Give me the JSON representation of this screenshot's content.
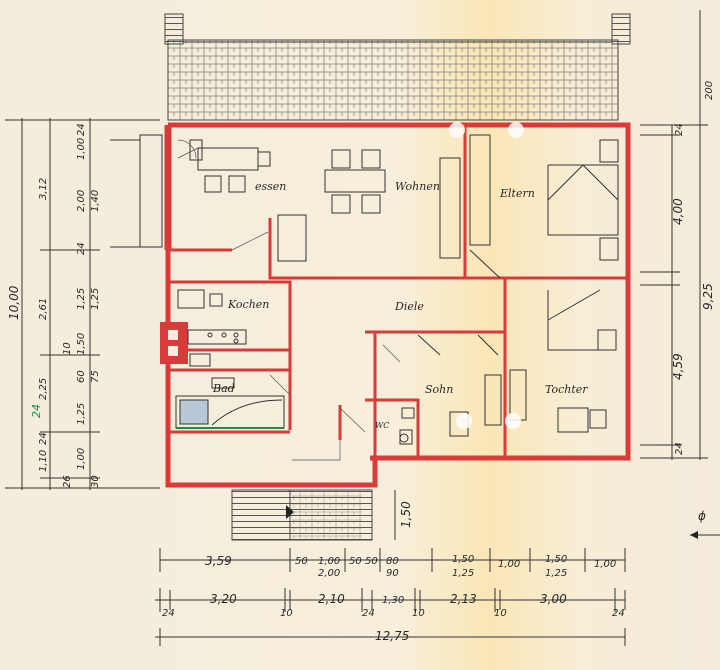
{
  "rooms": {
    "essen": "essen",
    "wohnen": "Wohnen",
    "eltern": "Eltern",
    "kochen": "Kochen",
    "diele": "Diele",
    "bad": "Bad",
    "sohn": "Sohn",
    "tochter": "Tochter",
    "wc": "WC"
  },
  "dims": {
    "top_right_200": "200",
    "right_24_top": "24",
    "right_400": "4,00",
    "right_925": "9,25",
    "right_459": "4,59",
    "right_24_bottom": "24",
    "left_1000": "10,00",
    "left_312": "3,12",
    "left_261": "2,61",
    "left_225": "2,25",
    "left_24": "24",
    "left_110": "1,10",
    "left_26": "26",
    "inner_24_a": "24",
    "inner_100_a": "1,00",
    "inner_200": "2,00",
    "inner_140": "1,40",
    "inner_24_b": "24",
    "inner_125_a": "1,25",
    "inner_125_b": "1,25",
    "inner_150": "1,50",
    "inner_10": "10",
    "inner_60": "60",
    "inner_75": "75",
    "inner_125_c": "1,25",
    "inner_100_b": "1,00",
    "inner_30": "30",
    "green_24": "24",
    "entrance_150": "1,50",
    "row1_359": "3,59",
    "row1_50": "50",
    "row1_100": "1,00",
    "row1_200": "2,00",
    "row1_50b": "50",
    "row1_150a": "50",
    "row1_80": "80",
    "row1_90": "90",
    "row1_150": "1,50",
    "row1_125": "1,25",
    "row1_100b": "1,00",
    "row1_150b": "1,50",
    "row1_125b": "1,25",
    "row1_100c": "1,00",
    "row2_24a": "24",
    "row2_320": "3,20",
    "row2_10a": "10",
    "row2_210": "2,10",
    "row2_24b": "24",
    "row2_130": "1,30",
    "row2_10b": "10",
    "row2_213": "2,13",
    "row2_10c": "10",
    "row2_300": "3,00",
    "row2_24c": "24",
    "total_1275": "12,75",
    "edge_right": "ϕ"
  },
  "colors": {
    "wall": "#d93a3a",
    "paper": "#f6efe0",
    "ink": "#333333",
    "green_note": "#1f8a4c"
  }
}
